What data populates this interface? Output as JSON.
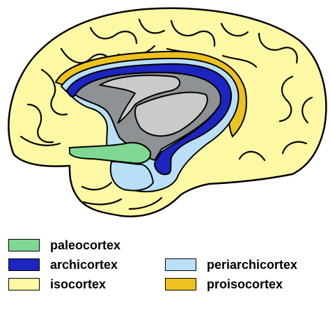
{
  "diagram": {
    "region_colors": {
      "isocortex": "#FDF8A3",
      "proisocortex": "#EDC11F",
      "periarchicortex": "#B9DFF6",
      "archicortex": "#1C25BF",
      "paleocortex": "#7FD891",
      "ventricle": "#8F9294",
      "inner": "#C8CACB"
    }
  },
  "legend": {
    "items": [
      {
        "key": "paleocortex",
        "label": "paleocortex",
        "color": "#7FD891"
      },
      {
        "key": "archicortex",
        "label": "archicortex",
        "color": "#1C25BF"
      },
      {
        "key": "periarchicortex",
        "label": "periarchicortex",
        "color": "#B9DFF6"
      },
      {
        "key": "isocortex",
        "label": "isocortex",
        "color": "#FDF8A3"
      },
      {
        "key": "proisocortex",
        "label": "proisocortex",
        "color": "#EDC11F"
      }
    ]
  }
}
